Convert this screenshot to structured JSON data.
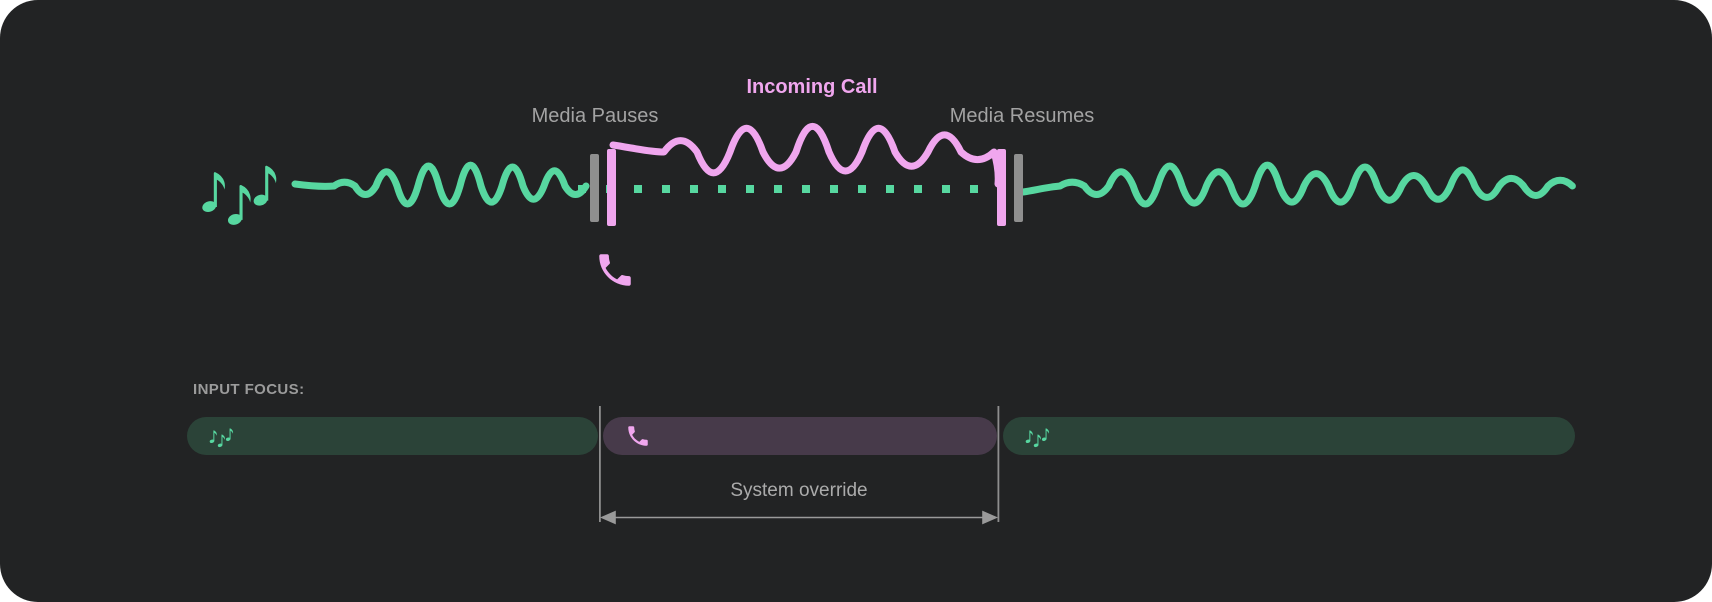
{
  "canvas": {
    "background": "#222324"
  },
  "colors": {
    "media_green": "#57d7a0",
    "media_green_dark": "#2b4338",
    "call_pink": "#f0a6ee",
    "call_purple_dark": "#473a4a",
    "marker_gray": "#8f8f8f",
    "label_gray": "#a3a3a3"
  },
  "timeline": {
    "media_pauses_label": "Media Pauses",
    "incoming_call_label": "Incoming Call",
    "media_resumes_label": "Media Resumes",
    "icons": {
      "media": "music-notes-icon",
      "call": "phone-icon"
    }
  },
  "input_focus": {
    "heading": "INPUT FOCUS:",
    "segments": [
      {
        "icon": "music-notes-icon"
      },
      {
        "icon": "phone-icon"
      },
      {
        "icon": "music-notes-icon"
      }
    ],
    "annotation": "System override"
  }
}
